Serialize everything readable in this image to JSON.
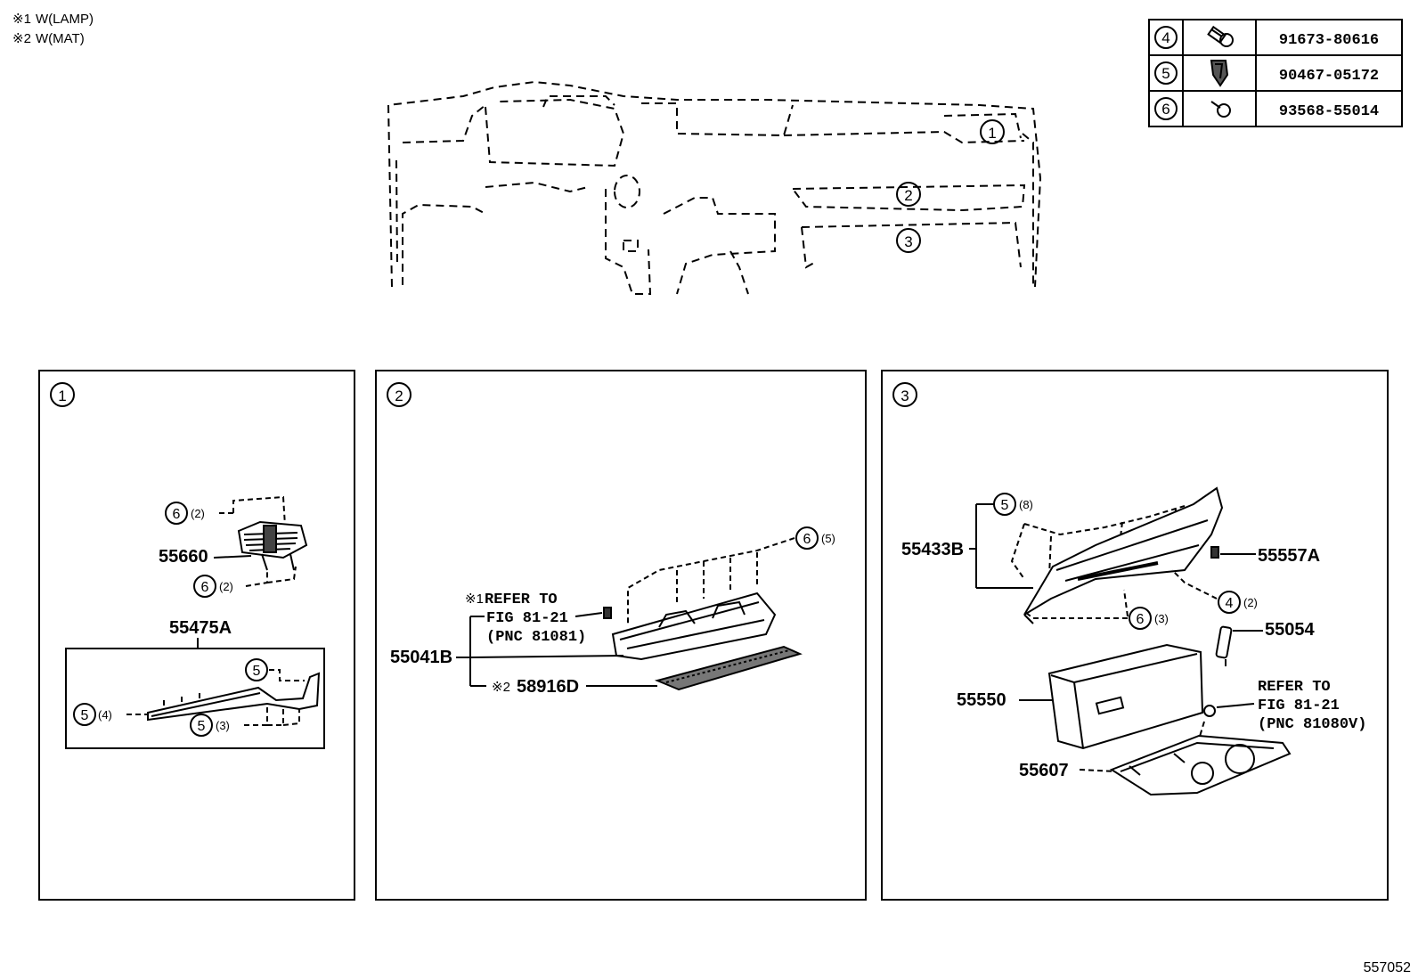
{
  "notes": [
    {
      "mark": "※1",
      "text": "W(LAMP)"
    },
    {
      "mark": "※2",
      "text": "W(MAT)"
    }
  ],
  "fastener_table": [
    {
      "ref": "4",
      "icon": "bolt-icon",
      "part": "91673-80616"
    },
    {
      "ref": "5",
      "icon": "clip-icon",
      "part": "90467-05172"
    },
    {
      "ref": "6",
      "icon": "screw-icon",
      "part": "93568-55014"
    }
  ],
  "overview_callouts": [
    "1",
    "2",
    "3"
  ],
  "panels": [
    {
      "id": "1",
      "labels": {
        "p6_top": "6",
        "p6_top_qty": "(2)",
        "part_55660": "55660",
        "p6_bottom": "6",
        "p6_bottom_qty": "(2)",
        "part_55475A": "55475A",
        "p5_a": "5",
        "p5_b": "5",
        "p5_b_qty": "(4)",
        "p5_c": "5",
        "p5_c_qty": "(3)"
      }
    },
    {
      "id": "2",
      "labels": {
        "p6": "6",
        "p6_qty": "(5)",
        "note1_mark": "※1",
        "refer_line1": "REFER TO",
        "refer_line2": "FIG 81-21",
        "refer_line3": "(PNC 81081)",
        "part_55041B": "55041B",
        "note2_mark": "※2",
        "part_58916D": "58916D"
      }
    },
    {
      "id": "3",
      "labels": {
        "p5": "5",
        "p5_qty": "(8)",
        "part_55433B": "55433B",
        "part_55557A": "55557A",
        "p4": "4",
        "p4_qty": "(2)",
        "p6": "6",
        "p6_qty": "(3)",
        "part_55054": "55054",
        "refer_line1": "REFER TO",
        "refer_line2": "FIG 81-21",
        "refer_line3": "(PNC 81080V)",
        "part_55550": "55550",
        "part_55607": "55607"
      }
    }
  ],
  "figure_number": "557052"
}
